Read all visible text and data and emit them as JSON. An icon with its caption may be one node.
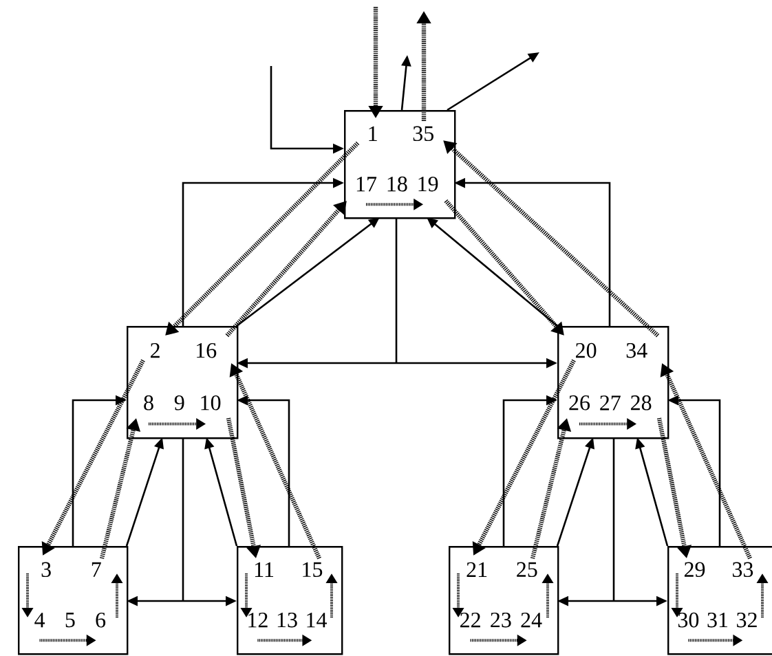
{
  "diagram": {
    "nodes": [
      {
        "text": [
          "1",
          "35",
          "17",
          "18",
          "19"
        ]
      },
      {
        "text": [
          "2",
          "16",
          "8",
          "9",
          "10"
        ]
      },
      {
        "text": [
          "20",
          "34",
          "26",
          "27",
          "28"
        ]
      },
      {
        "text": [
          "3",
          "7",
          "4",
          "5",
          "6"
        ]
      },
      {
        "text": [
          "11",
          "15",
          "12",
          "13",
          "14"
        ]
      },
      {
        "text": [
          "21",
          "25",
          "22",
          "23",
          "24"
        ]
      },
      {
        "text": [
          "29",
          "33",
          "30",
          "31",
          "32"
        ]
      }
    ],
    "edges": [
      {
        "from": null,
        "to": 0,
        "arrow": "to"
      },
      {
        "from": 0,
        "to": null,
        "arrow": "to"
      },
      {
        "from": 0,
        "to": null,
        "arrow": "to"
      },
      {
        "from": null,
        "to": 0,
        "arrow": "to",
        "style": "dashed"
      },
      {
        "from": 0,
        "to": null,
        "arrow": "to",
        "style": "dashed"
      },
      {
        "from": 1,
        "to": 0,
        "arrow": "to"
      },
      {
        "from": 1,
        "to": 0,
        "arrow": "to"
      },
      {
        "from": 2,
        "to": 0,
        "arrow": "to"
      },
      {
        "from": 2,
        "to": 0,
        "arrow": "to"
      },
      {
        "from": 0,
        "to": 1,
        "arrow": "to"
      },
      {
        "from": 0,
        "to": 2,
        "arrow": "to"
      },
      {
        "from": 0,
        "to": 1,
        "arrow": "to",
        "style": "dashed"
      },
      {
        "from": 1,
        "to": 0,
        "arrow": "to",
        "style": "dashed"
      },
      {
        "from": 0,
        "to": 2,
        "arrow": "to",
        "style": "dashed"
      },
      {
        "from": 2,
        "to": 0,
        "arrow": "to",
        "style": "dashed"
      },
      {
        "from": 1,
        "to": 3,
        "arrow": "to",
        "style": "dashed"
      },
      {
        "from": 3,
        "to": 1,
        "arrow": "to",
        "style": "dashed"
      },
      {
        "from": 1,
        "to": 4,
        "arrow": "to",
        "style": "dashed"
      },
      {
        "from": 4,
        "to": 1,
        "arrow": "to",
        "style": "dashed"
      },
      {
        "from": 1,
        "to": 3,
        "arrow": "to"
      },
      {
        "from": 1,
        "to": 4,
        "arrow": "to"
      },
      {
        "from": 3,
        "to": 1,
        "arrow": "to"
      },
      {
        "from": 3,
        "to": 1,
        "arrow": "to"
      },
      {
        "from": 4,
        "to": 1,
        "arrow": "to"
      },
      {
        "from": 4,
        "to": 1,
        "arrow": "to"
      },
      {
        "from": 2,
        "to": 5,
        "arrow": "to",
        "style": "dashed"
      },
      {
        "from": 5,
        "to": 2,
        "arrow": "to",
        "style": "dashed"
      },
      {
        "from": 2,
        "to": 6,
        "arrow": "to",
        "style": "dashed"
      },
      {
        "from": 6,
        "to": 2,
        "arrow": "to",
        "style": "dashed"
      },
      {
        "from": 2,
        "to": 5,
        "arrow": "to"
      },
      {
        "from": 2,
        "to": 6,
        "arrow": "to"
      },
      {
        "from": 5,
        "to": 2,
        "arrow": "to"
      },
      {
        "from": 5,
        "to": 2,
        "arrow": "to"
      },
      {
        "from": 6,
        "to": 2,
        "arrow": "to"
      },
      {
        "from": 6,
        "to": 2,
        "arrow": "to"
      }
    ]
  }
}
